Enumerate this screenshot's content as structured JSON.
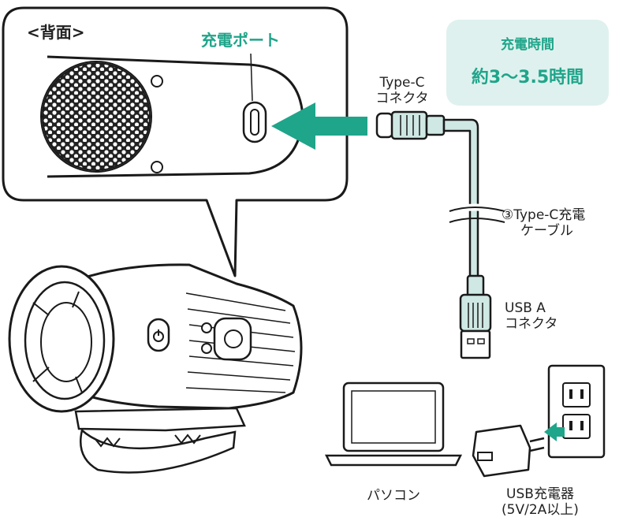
{
  "callout": {
    "heading": "<背面>",
    "port_label": "充電ポート"
  },
  "charge_time": {
    "title": "充電時間",
    "value": "約3〜3.5時間"
  },
  "connectors": {
    "type_c_line1": "Type-C",
    "type_c_line2": "コネクタ",
    "usb_a_line1": "USB A",
    "usb_a_line2": "コネクタ"
  },
  "cable": {
    "line1": "③Type-C充電",
    "line2": "ケーブル"
  },
  "devices": {
    "pc": "パソコン",
    "charger_line1": "USB充電器",
    "charger_line2": "(5V/2A以上)"
  },
  "colors": {
    "accent": "#1fa58a",
    "cable": "#cfe8e4",
    "box": "#dff1ee",
    "outline": "#1a1a1a"
  }
}
